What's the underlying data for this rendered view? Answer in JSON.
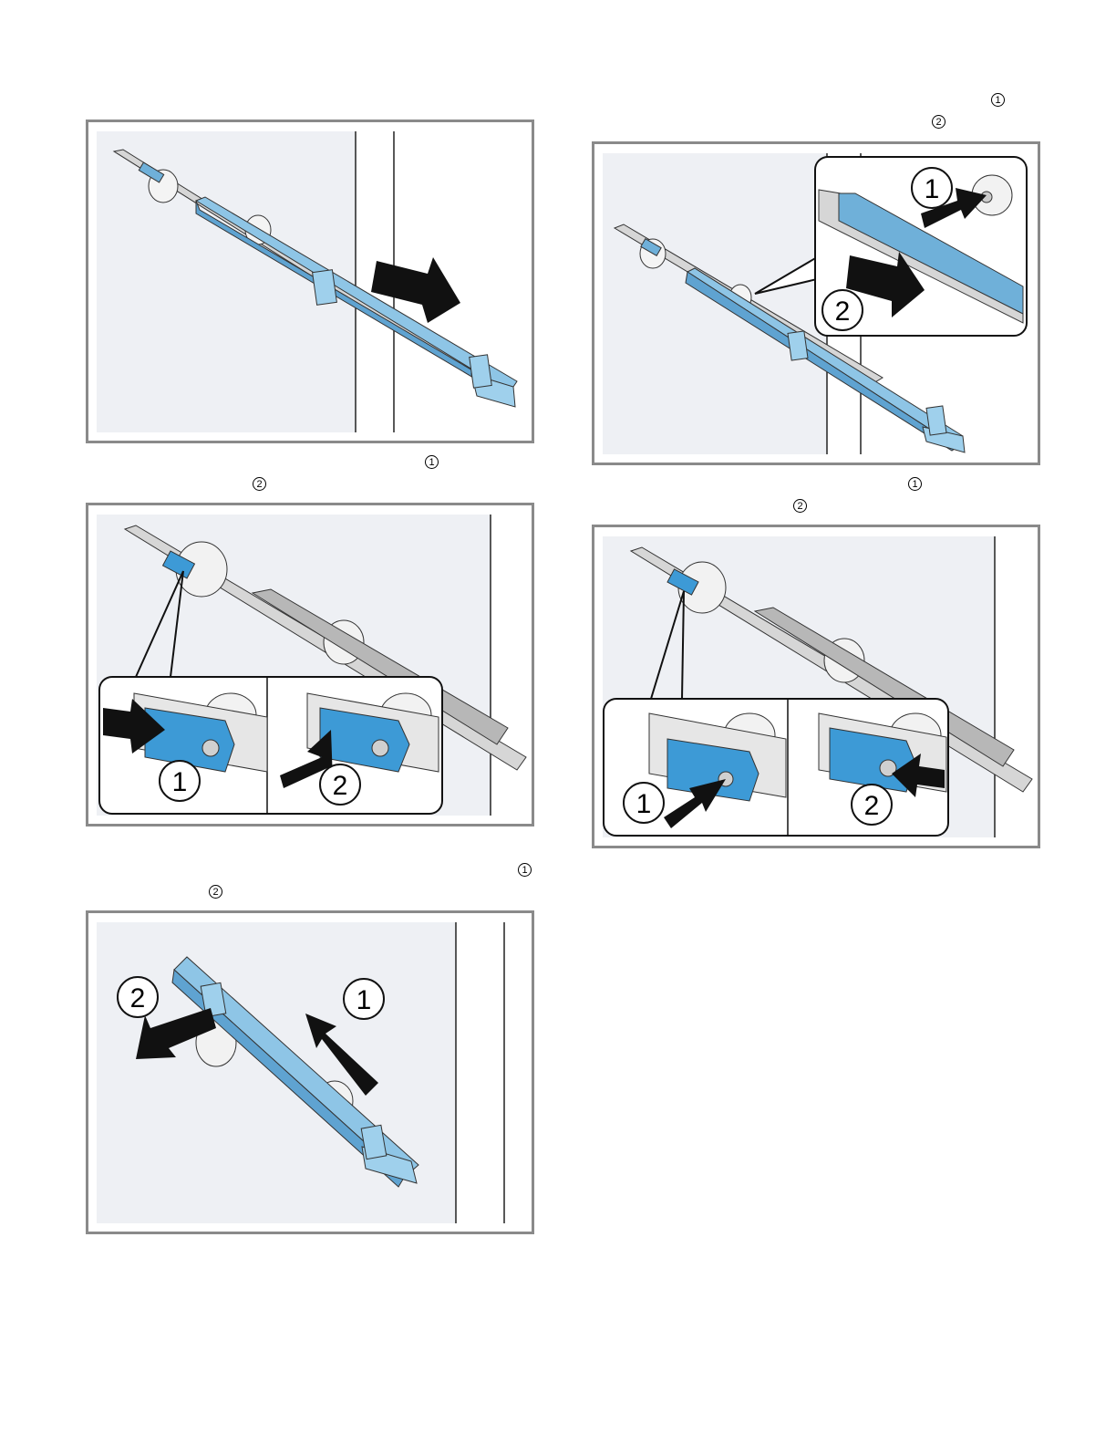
{
  "step_markers": {
    "one": "1",
    "two": "2"
  },
  "callout_labels": {
    "one": "1",
    "two": "2"
  },
  "colors": {
    "rail_blue": "#6fb0d9",
    "rail_blue_dark": "#2f7fb8",
    "clip_blue": "#3d9ad6",
    "background_panel": "#eef0f4",
    "frame": "#8a8a8a",
    "grey_rail": "#c8c8c8"
  }
}
